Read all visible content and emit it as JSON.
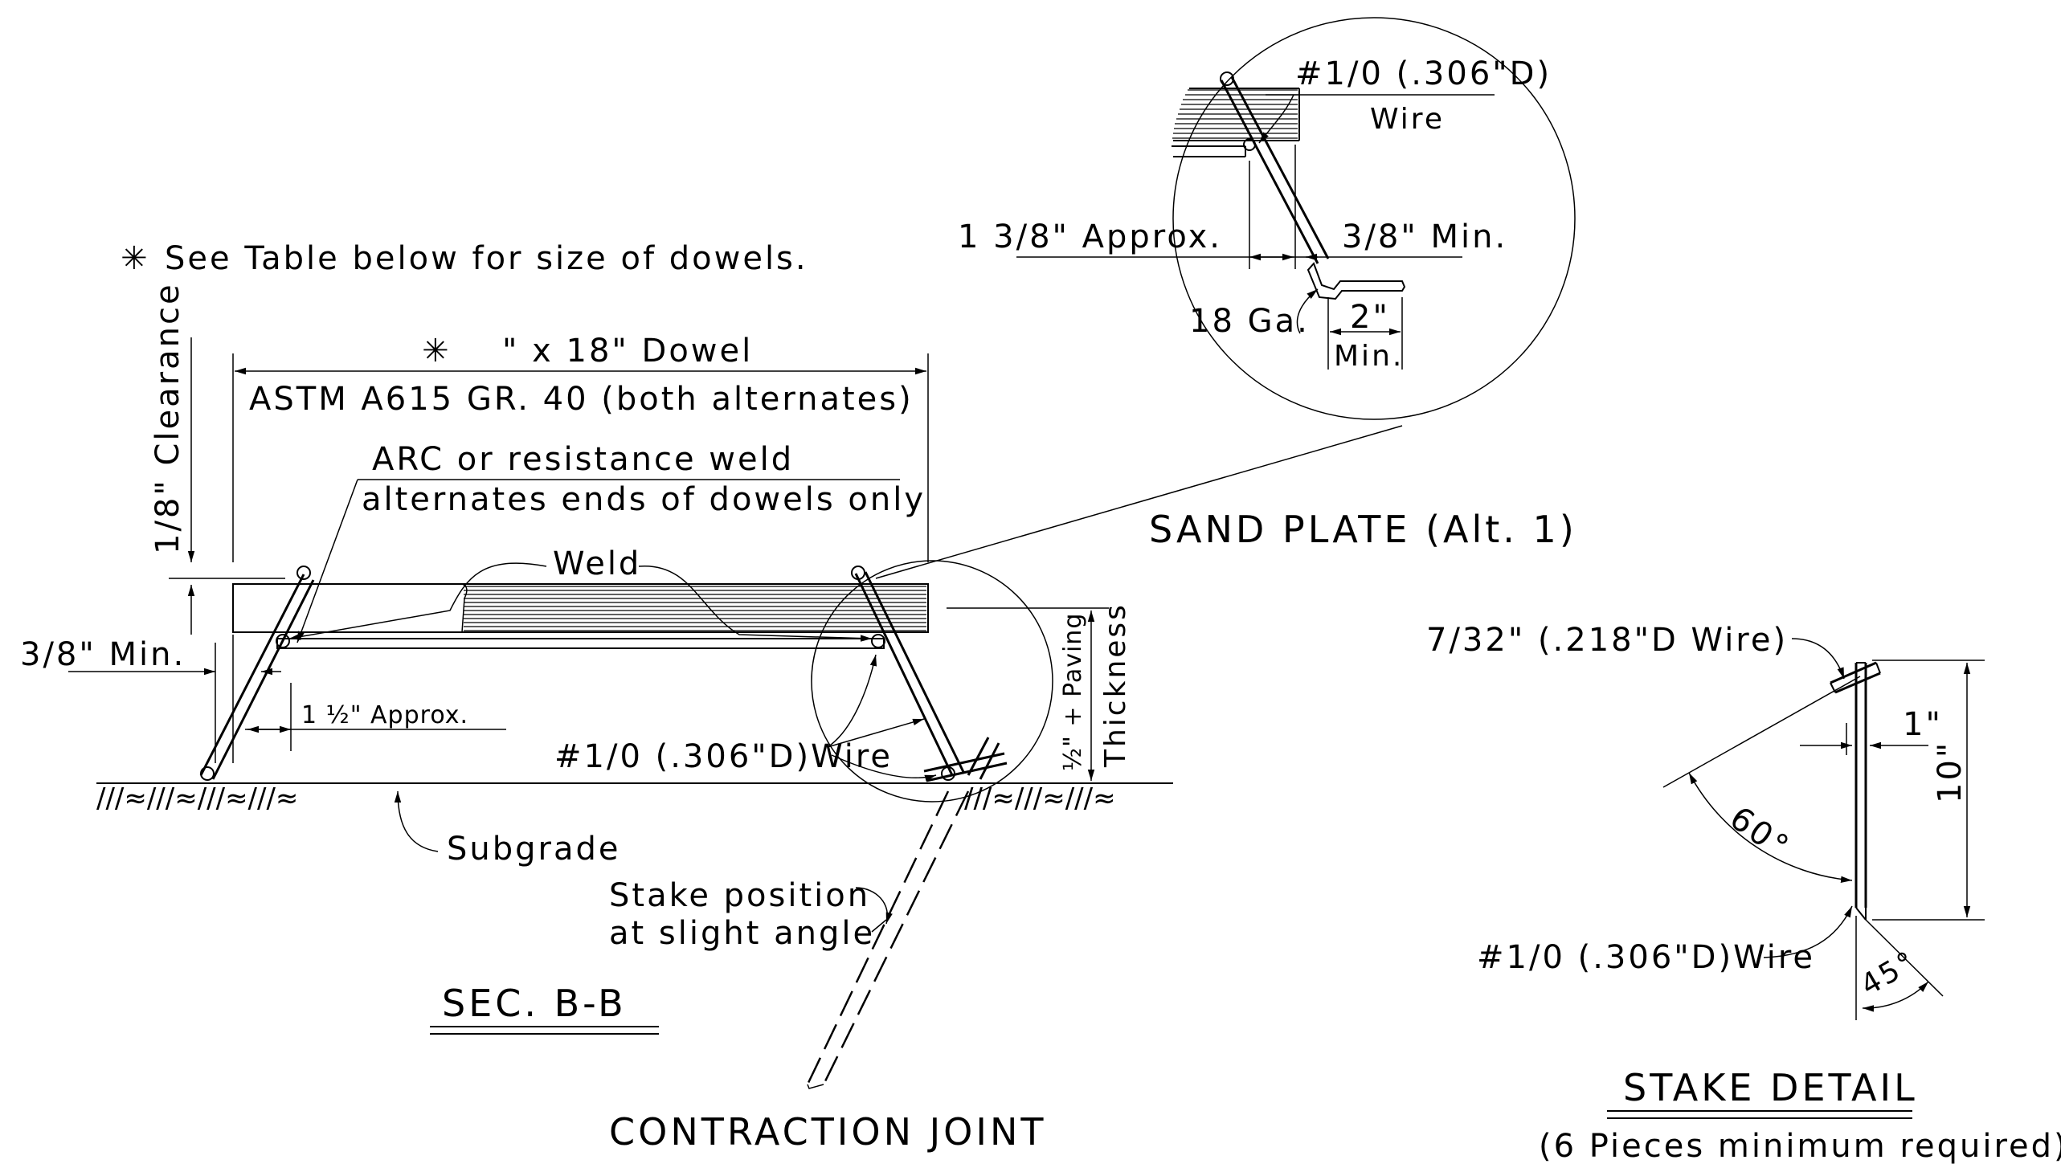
{
  "note": "See Table below for size of dowels.",
  "note_star": "✳",
  "dowel_star": "✳",
  "dowel_label": "\" x 18\" Dowel",
  "astm": "ASTM A615 GR. 40 (both alternates)",
  "clearance": "1/8\" Clearance",
  "arc_weld_1": "ARC or resistance weld",
  "arc_weld_2": "alternates ends of dowels only",
  "weld": "Weld",
  "min_3_8": "3/8\" Min.",
  "approx_1_half": "1 ½\" Approx.",
  "wire_main": "#1/0 (.306\"D)Wire",
  "paving_1": "½\" + Paving",
  "paving_2": "Thickness",
  "subgrade": "Subgrade",
  "stake_pos_1": "Stake position",
  "stake_pos_2": "at slight angle",
  "sec_title": "SEC. B-B",
  "contraction": "CONTRACTION JOINT",
  "inset_wire_1": "#1/0 (.306\"D)",
  "inset_wire_2": "Wire",
  "inset_approx": "1 3/8\" Approx.",
  "inset_min": "3/8\" Min.",
  "inset_ga": "18 Ga.",
  "inset_2in": "2\"",
  "inset_min2": "Min.",
  "sand_plate": "SAND PLATE (Alt. 1)",
  "stake_wire_top": "7/32\" (.218\"D Wire)",
  "stake_1in": "1\"",
  "stake_10in": "10\"",
  "stake_60": "60°",
  "stake_45": "45°",
  "stake_wire_bottom": "#1/0 (.306\"D)Wire",
  "stake_title": "STAKE DETAIL",
  "stake_sub": "(6 Pieces minimum required)"
}
